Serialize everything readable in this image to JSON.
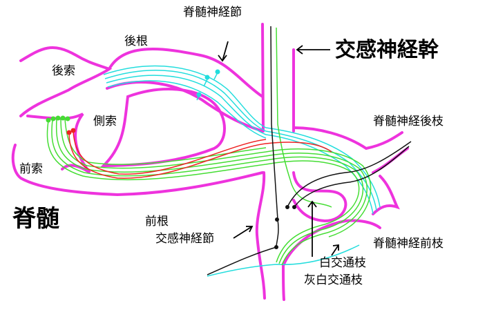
{
  "title": "脊髄と交感神経幹の模式図",
  "colors": {
    "outline": "#ee33dd",
    "sensory": "#22dddd",
    "motor": "#44dd33",
    "autonomic": "#ee2222",
    "postganglionic": "#111111"
  },
  "labels": {
    "dorsal_root": "後根",
    "spinal_ganglion": "脊髄神経節",
    "sympathetic_trunk": "交感神経幹",
    "dorsal_funiculus": "後索",
    "lateral_funiculus": "側索",
    "dorsal_ramus": "脊髄神経後枝",
    "ventral_funiculus": "前索",
    "spinal_cord": "脊髄",
    "ventral_root": "前根",
    "sympathetic_ganglion": "交感神経節",
    "ventral_ramus": "脊髄神経前枝",
    "white_ramus": "白交通枝",
    "gray_ramus": "灰白交通枝"
  }
}
